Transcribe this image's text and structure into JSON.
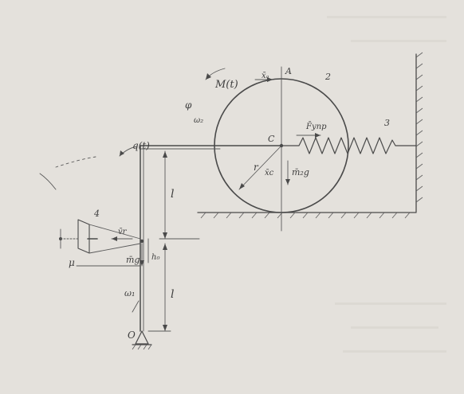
{
  "labels": {
    "moment": "M(t)",
    "x_a": "x̄ₐ",
    "point_a": "A",
    "body_2": "2",
    "phi": "φ",
    "omega_2": "ω₂",
    "q": "q(t)",
    "point_c": "C",
    "f_spring": "F̄упр",
    "body_3": "3",
    "radius": "r",
    "x_c": "x̄c",
    "gravity_2": "m̄₂g",
    "length_upper": "l",
    "body_4": "4",
    "v_rel": "v̄r",
    "mu": "μ",
    "gravity_1": "m̄g",
    "h_0": "h₀",
    "omega_1": "ω₁",
    "length_lower": "l",
    "point_o": "O"
  },
  "colors": {
    "paper": "#e4e1dc",
    "ink": "#4a4a4a"
  }
}
